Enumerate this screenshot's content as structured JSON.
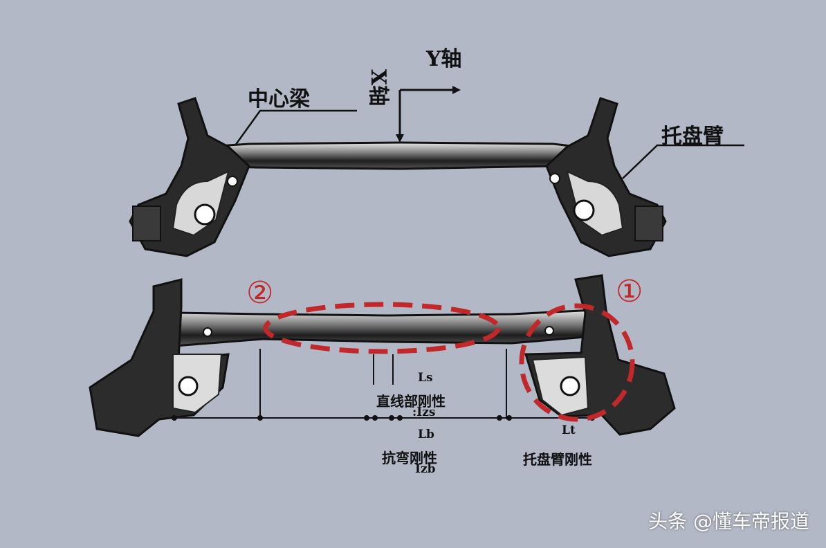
{
  "top_view": {
    "y_axis_label": "Y轴",
    "x_axis_label": "X轴",
    "center_beam_label": "中心梁",
    "trailing_arm_label": "托盘臂"
  },
  "bottom_view": {
    "marker_1": "①",
    "marker_2": "②",
    "ls_label": "Ls",
    "straight_stiffness": "直线部刚性",
    "izs": ":Izs",
    "lb_label": "Lb",
    "bending_stiffness": "抗弯刚性",
    "izb": "Izb",
    "lt_label": "Lt",
    "arm_stiffness": "托盘臂刚性"
  },
  "watermark": "头条 @懂车帝报道",
  "colors": {
    "background": "#b3b8c6",
    "highlight": "#c0282a",
    "beam": "#1c1c1c"
  }
}
